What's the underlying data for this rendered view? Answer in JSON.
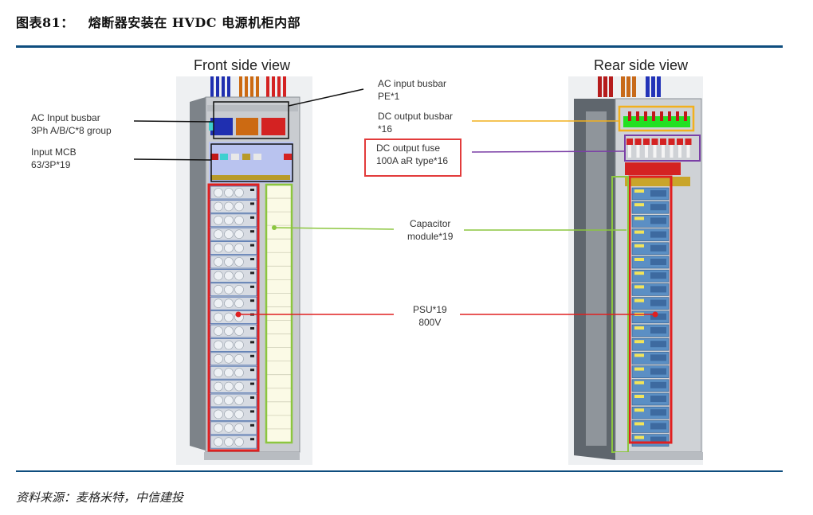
{
  "header": {
    "figure_number": "图表81：",
    "title": "熔断器安装在 HVDC 电源机柜内部"
  },
  "views": {
    "front": {
      "title": "Front side  view"
    },
    "rear": {
      "title": "Rear side view"
    }
  },
  "labels": {
    "ac_input_busbar_3ph": {
      "line1": "AC Input  busbar",
      "line2": "3Ph A/B/C*8 group"
    },
    "input_mcb": {
      "line1": "Input MCB",
      "line2": "63/3P*19"
    },
    "ac_input_busbar_pe": {
      "line1": "AC input  busbar",
      "line2": "PE*1"
    },
    "dc_output_busbar": {
      "line1": "DC output busbar",
      "line2": "*16"
    },
    "dc_output_fuse": {
      "line1": "DC output fuse",
      "line2": "100A aR type*16"
    },
    "capacitor_module": {
      "line1": "Capacitor",
      "line2": "module*19"
    },
    "psu": {
      "line1": "PSU*19",
      "line2": "800V"
    }
  },
  "colors": {
    "rule": "#0e4d7e",
    "psu_callout": "#e02020",
    "capacitor_callout": "#8cc63f",
    "dc_busbar_callout": "#f2b01e",
    "dc_fuse_callout": "#7b3fa6",
    "fuse_highlight": "#e23b3b",
    "busbar_blue": "#1f2fb0",
    "busbar_orange": "#cc6a12",
    "busbar_red": "#d42222"
  },
  "footer": {
    "source": "资料来源：麦格米特，中信建投"
  }
}
